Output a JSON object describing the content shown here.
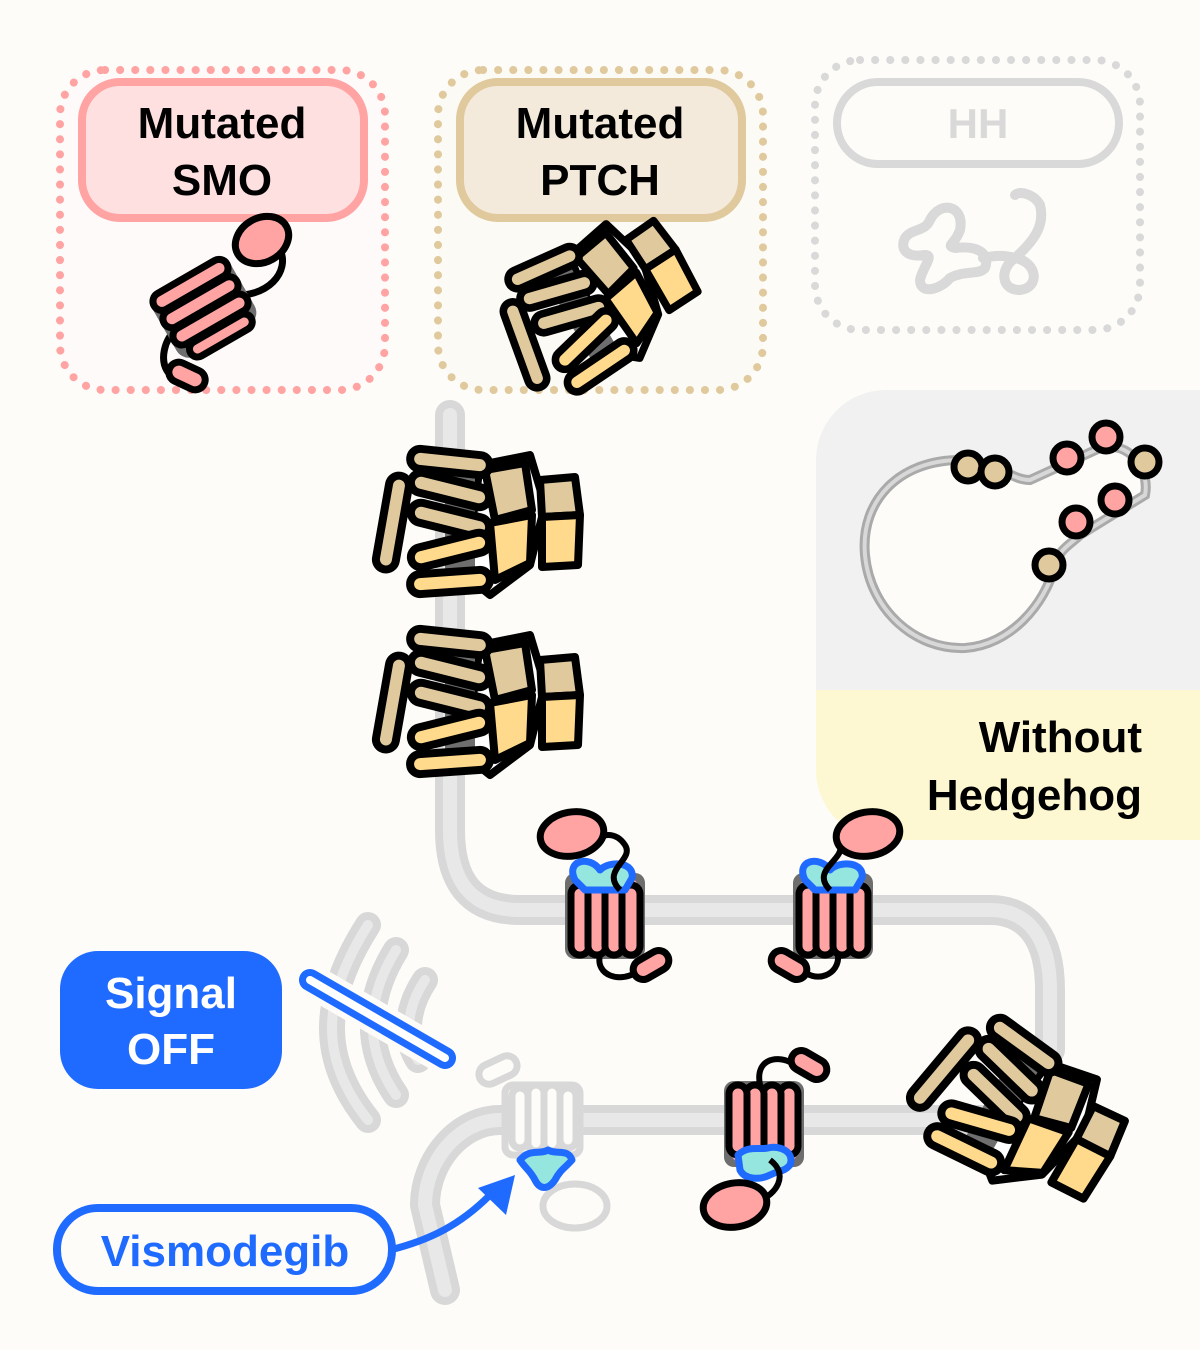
{
  "panels": {
    "mutated_smo": {
      "line1": "Mutated",
      "line2": "SMO",
      "accent": "#ffa3a3",
      "fill": "#ffe0e0"
    },
    "mutated_ptch": {
      "line1": "Mutated",
      "line2": "PTCH",
      "accent": "#e0c99c",
      "fill": "#f4eadb"
    },
    "hh": {
      "label": "HH",
      "accent": "#d9d9d9"
    }
  },
  "condition_panel": {
    "line1": "Without",
    "line2": "Hedgehog"
  },
  "signal_badge": {
    "line1": "Signal",
    "line2": "OFF",
    "color": "#1f6bff"
  },
  "drug_label": {
    "text": "Vismodegib",
    "color": "#1f6bff"
  },
  "colors": {
    "smo_pink": "#ffa3a3",
    "ptch_tan": "#e0c99c",
    "ptch_yellow": "#ffd98c",
    "drug_cyan": "#96e6e0",
    "membrane": "#d8d8d8",
    "membrane_inner": "#e8e8e8",
    "background": "#fdfcf8"
  }
}
